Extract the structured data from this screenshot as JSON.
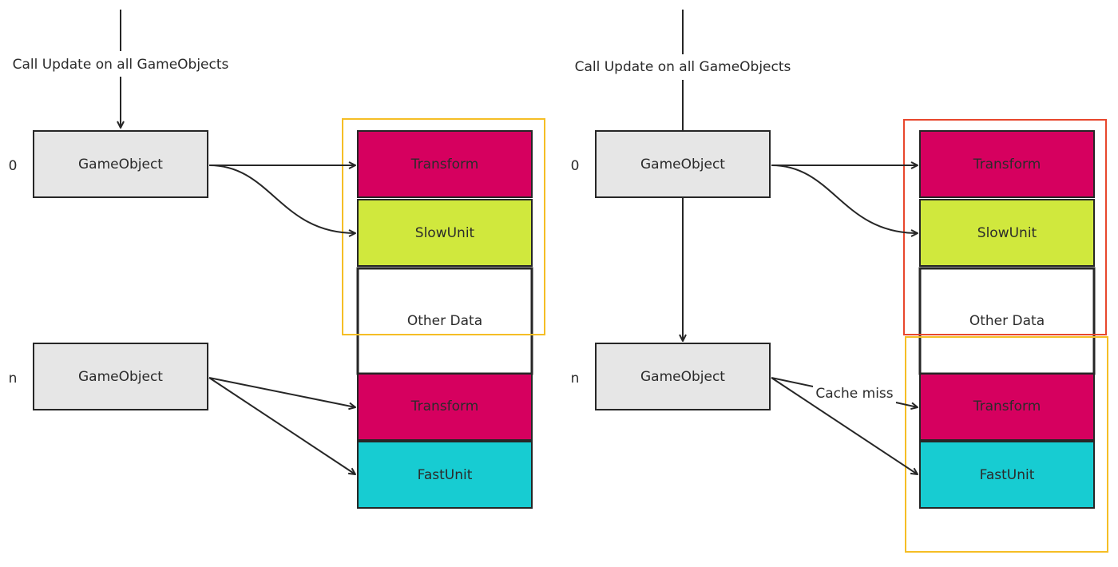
{
  "colors": {
    "transform": "#d6005f",
    "slow_unit": "#d0e83d",
    "fast_unit": "#17ccd2",
    "game_object": "#e6e6e6",
    "other_data": "#ffffff",
    "cache_highlight": "#f5be25",
    "miss_highlight": "#e8472d",
    "stroke": "#262626"
  },
  "left": {
    "call_label": "Call Update on all GameObjects",
    "row_index_first": "0",
    "row_index_last": "n",
    "game_object_first": "GameObject",
    "game_object_last": "GameObject",
    "blocks": {
      "transform_first": "Transform",
      "slow_unit": "SlowUnit",
      "other_data": "Other Data",
      "transform_last": "Transform",
      "fast_unit": "FastUnit"
    }
  },
  "right": {
    "call_label": "Call Update on all GameObjects",
    "row_index_first": "0",
    "row_index_last": "n",
    "game_object_first": "GameObject",
    "game_object_last": "GameObject",
    "cache_miss_label": "Cache miss",
    "blocks": {
      "transform_first": "Transform",
      "slow_unit": "SlowUnit",
      "other_data": "Other Data",
      "transform_last": "Transform",
      "fast_unit": "FastUnit"
    }
  }
}
